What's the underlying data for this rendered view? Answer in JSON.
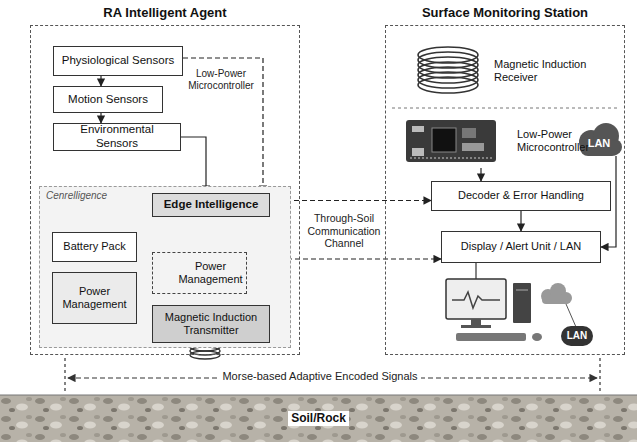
{
  "diagram": {
    "nodes": [
      {
        "text": [
          "RA Intelligent Agent"
        ]
      },
      {
        "text": [
          "Physiological Sensors"
        ],
        "in": 0
      },
      {
        "text": [
          "Motion Sensors"
        ],
        "in": 0
      },
      {
        "text": [
          "Environmental Sensors"
        ],
        "in": 0
      },
      {
        "text": [
          "Cenrelligence"
        ],
        "in": 0
      },
      {
        "text": [
          "Edge Intelligence"
        ],
        "in": 4
      },
      {
        "text": [
          "Battery Pack"
        ],
        "in": 4
      },
      {
        "text": [
          "Power Management"
        ],
        "in": 4
      },
      {
        "text": [
          "Power Management"
        ],
        "in": 4
      },
      {
        "text": [
          "Magnetic Induction Transmitter"
        ],
        "in": 4
      },
      {
        "text": [
          "Surface Monitoring Station"
        ]
      },
      {
        "text": [
          "Magnetic Induction Receiver"
        ],
        "in": 10
      },
      {
        "text": [
          "Low-Power Microcontroller"
        ],
        "in": 10
      },
      {
        "text": [
          "LAN"
        ],
        "in": 10
      },
      {
        "text": [
          "Decoder & Error Handling"
        ],
        "in": 10
      },
      {
        "text": [
          "Display / Alert Unit / LAN"
        ],
        "in": 10
      },
      {
        "text": [
          "LAN"
        ],
        "in": 10
      },
      {
        "text": [
          "Soil/Rock"
        ]
      }
    ],
    "edges": [
      {
        "from": 1,
        "to": 2,
        "arrow": "to"
      },
      {
        "from": 2,
        "to": 3,
        "arrow": "to"
      },
      {
        "from": 3,
        "to": 5,
        "arrow": "to"
      },
      {
        "from": 1,
        "to": 5,
        "arrow": "to"
      },
      {
        "from": 6,
        "to": 7,
        "arrow": "to"
      },
      {
        "from": 7,
        "to": 8,
        "arrow": "to"
      },
      {
        "from": 5,
        "to": 8,
        "arrow": "to"
      },
      {
        "from": 8,
        "to": 9,
        "arrow": "to"
      },
      {
        "from": 5,
        "to": 14,
        "label": "Through-Soil Communication Channel",
        "arrow": "both"
      },
      {
        "from": 8,
        "to": 15,
        "arrow": "to"
      },
      {
        "from": 12,
        "to": 14,
        "arrow": "to"
      },
      {
        "from": 14,
        "to": 15,
        "arrow": "to"
      },
      {
        "from": 13,
        "to": 15,
        "arrow": "to"
      }
    ],
    "labels": [
      "Low-Power Microcontroller",
      "Morse-based Adaptive Encoded Signals"
    ]
  }
}
